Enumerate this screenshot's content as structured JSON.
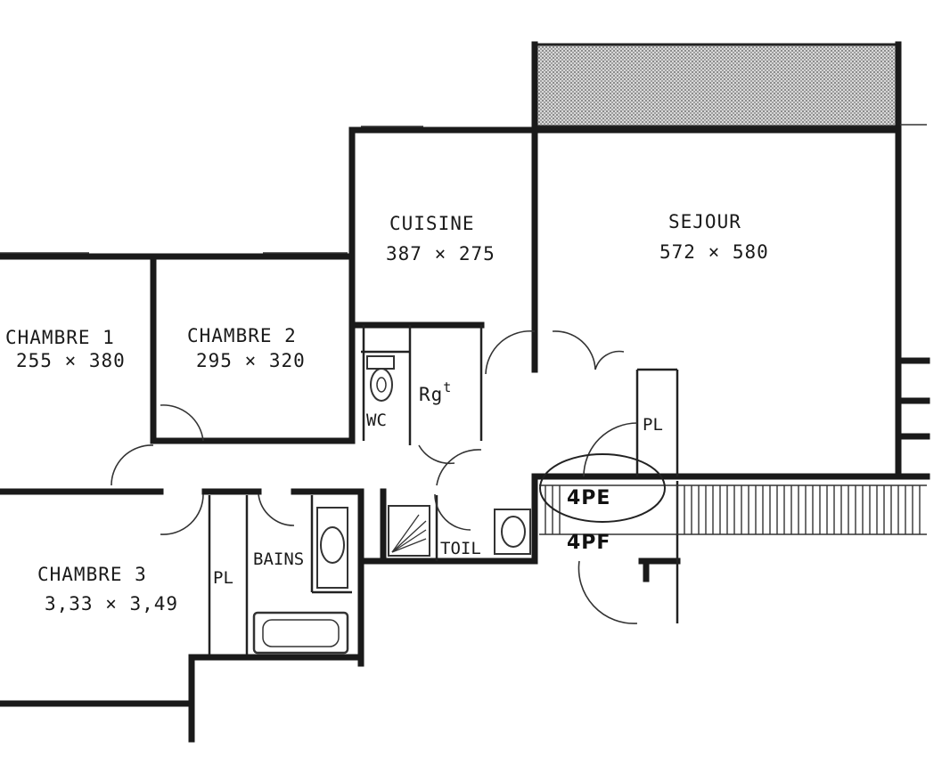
{
  "rooms": {
    "cuisine": {
      "name": "CUISINE",
      "dims": "387 × 275"
    },
    "sejour": {
      "name": "SEJOUR",
      "dims": "572 × 580"
    },
    "chambre1": {
      "name": "CHAMBRE 1",
      "dims": "255 × 380"
    },
    "chambre2": {
      "name": "CHAMBRE 2",
      "dims": "295 × 320"
    },
    "chambre3": {
      "name": "CHAMBRE 3",
      "dims": "3,33 × 3,49"
    },
    "wc": {
      "name": "WC"
    },
    "rangement": {
      "name": "Rg",
      "sup": "t"
    },
    "bains": {
      "name": "BAINS"
    },
    "toilette": {
      "name": "TOIL"
    },
    "placard_entree": {
      "name": "PL"
    },
    "placard_chambre3": {
      "name": "PL"
    }
  },
  "markers": {
    "circled": "4PE",
    "below": "4PF"
  }
}
